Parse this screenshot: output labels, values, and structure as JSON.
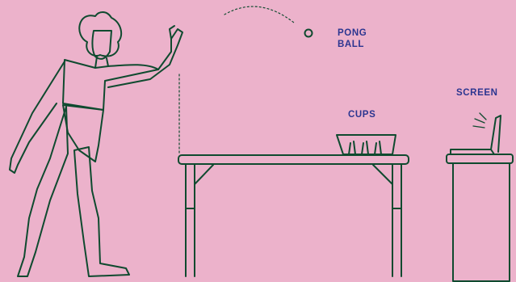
{
  "colors": {
    "background": "#ECB2CB",
    "line": "#0F4A2F",
    "label": "#2B3590"
  },
  "labels": {
    "pong_ball_line1": "PONG",
    "pong_ball_line2": "BALL",
    "cups": "CUPS",
    "screen": "SCREEN"
  }
}
